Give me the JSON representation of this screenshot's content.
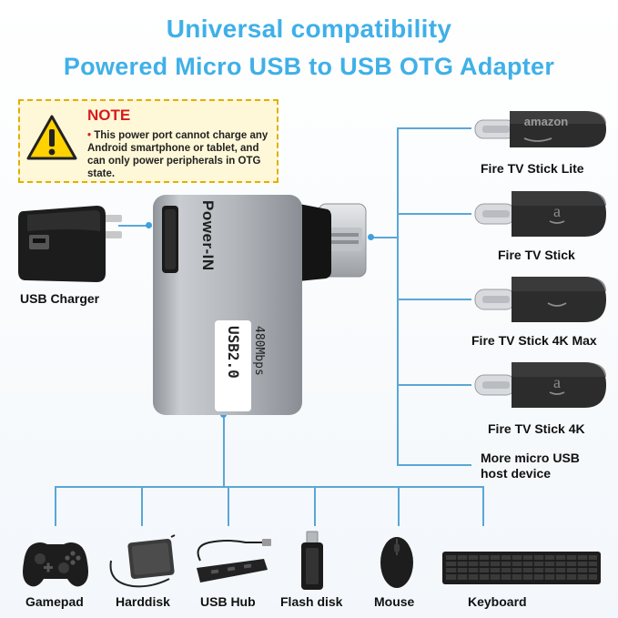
{
  "headline": {
    "line1": "Universal compatibility",
    "line2": "Powered Micro USB to USB OTG Adapter"
  },
  "note": {
    "title": "NOTE",
    "bullet": "•",
    "text": "This power port cannot charge any Android smartphone or tablet, and can only power peripherals in OTG state."
  },
  "adapter": {
    "power_label": "Power-IN",
    "usb_label": "USB2.0",
    "speed_label": "480Mbps"
  },
  "charger": {
    "label": "USB Charger"
  },
  "right_devices": [
    {
      "label": "Fire TV Stick Lite",
      "brand": "amazon"
    },
    {
      "label": "Fire TV Stick"
    },
    {
      "label": "Fire TV Stick 4K Max"
    },
    {
      "label": "Fire TV Stick 4K"
    },
    {
      "label": "More micro USB host device"
    }
  ],
  "bottom_devices": [
    {
      "label": "Gamepad"
    },
    {
      "label": "Harddisk"
    },
    {
      "label": "USB Hub"
    },
    {
      "label": "Flash disk"
    },
    {
      "label": "Mouse"
    },
    {
      "label": "Keyboard"
    }
  ],
  "colors": {
    "title": "#3fb0e8",
    "connector_line": "#5aa7d6",
    "note_border": "#e0b000",
    "note_title": "#d61c1c"
  }
}
